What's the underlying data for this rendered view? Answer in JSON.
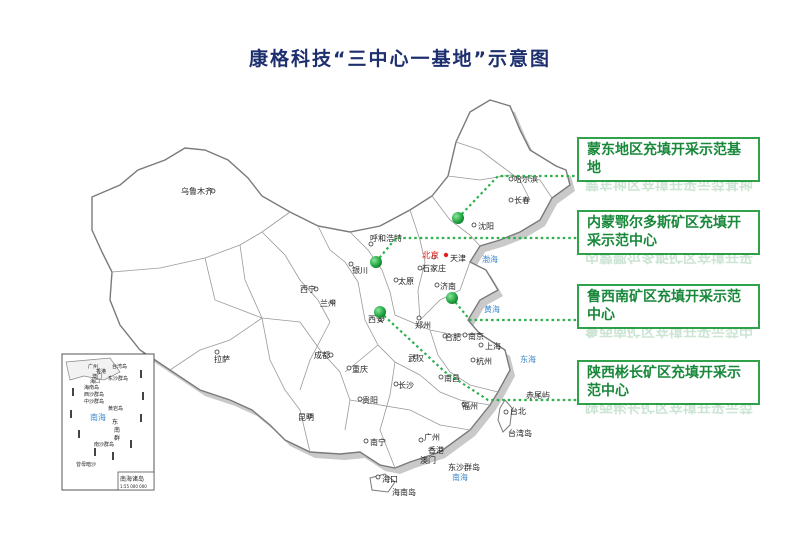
{
  "title": "康格科技“三中心一基地”示意图",
  "callouts": [
    {
      "text": "蒙东地区充填开采示范基地"
    },
    {
      "text": "内蒙鄂尔多斯矿区充填开采示范中心"
    },
    {
      "text": "鲁西南矿区充填开采示范中心"
    },
    {
      "text": "陕西彬长矿区充填开采示范中心"
    }
  ],
  "cities": {
    "urumqi": "乌鲁木齐",
    "harbin": "哈尔滨",
    "changchun": "长春",
    "shenyang": "沈阳",
    "hohhot": "呼和浩特",
    "beijing": "北京",
    "tianjin": "天津",
    "shijiazhuang": "石家庄",
    "yinchuan": "银川",
    "taiyuan": "太原",
    "jinan": "济南",
    "xining": "西宁",
    "lanzhou": "兰州",
    "xian": "西安",
    "zhengzhou": "郑州",
    "hefei": "合肥",
    "nanjing": "南京",
    "shanghai": "上海",
    "lhasa": "拉萨",
    "chengdu": "成都",
    "wuhan": "武汉",
    "hangzhou": "杭州",
    "chongqing": "重庆",
    "changsha": "长沙",
    "nanchang": "南昌",
    "guiyang": "贵阳",
    "fuzhou": "福州",
    "taipei": "台北",
    "kunming": "昆明",
    "nanning": "南宁",
    "guangzhou": "广州",
    "xianggang": "香港",
    "aomen": "澳门",
    "haikou": "海口",
    "taiwan_island": "台湾岛",
    "dongsha": "东沙群岛",
    "hainan_island": "海南岛",
    "diaoyu": "赤尾屿"
  },
  "seas": {
    "bohai": "渤海",
    "huanghai": "黄海",
    "donghai": "东海",
    "nanhai": "南海"
  },
  "inset": {
    "label": "南海诸岛",
    "nanhai": "南海",
    "guangzhou": "广州",
    "xianggang": "香港",
    "aomen": "澳门",
    "taiwan": "台湾岛",
    "haikou": "海口",
    "hainan": "海南岛",
    "dongsha": "东沙群岛",
    "xisha": "西沙群岛",
    "zhongsha": "中沙群岛",
    "huangyan": "黄岩岛",
    "dong": "东",
    "nan": "南",
    "qun": "群",
    "nansha": "南沙群岛",
    "zengmu": "曾母暗沙",
    "scale": "1:55 000 000"
  },
  "colors": {
    "accent": "#18883a",
    "marker": "#2bb04a",
    "title": "#1d2f6e",
    "border": "#808080",
    "land": "#ffffff",
    "shadow": "#c8c8c8"
  }
}
